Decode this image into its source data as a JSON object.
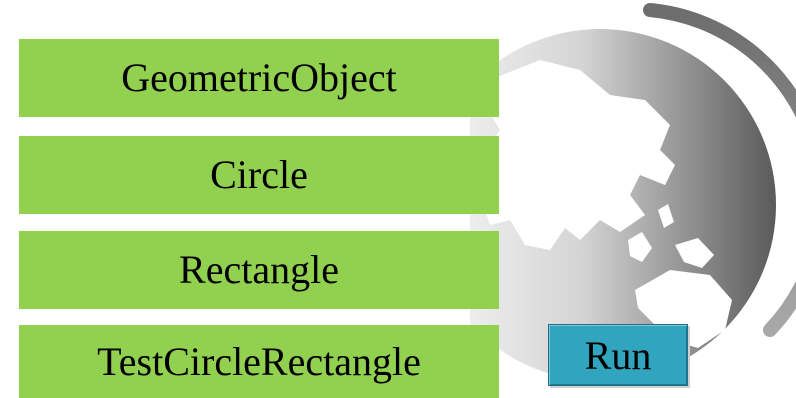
{
  "classes": [
    {
      "label": "GeometricObject"
    },
    {
      "label": "Circle"
    },
    {
      "label": "Rectangle"
    },
    {
      "label": "TestCircleRectangle"
    }
  ],
  "run_button": {
    "label": "Run"
  },
  "colors": {
    "class_box": "#92d050",
    "run_button": "#31a5be",
    "globe_dark": "#555555",
    "globe_light": "#f4f4f4"
  },
  "decoration": {
    "icon": "globe-icon"
  }
}
